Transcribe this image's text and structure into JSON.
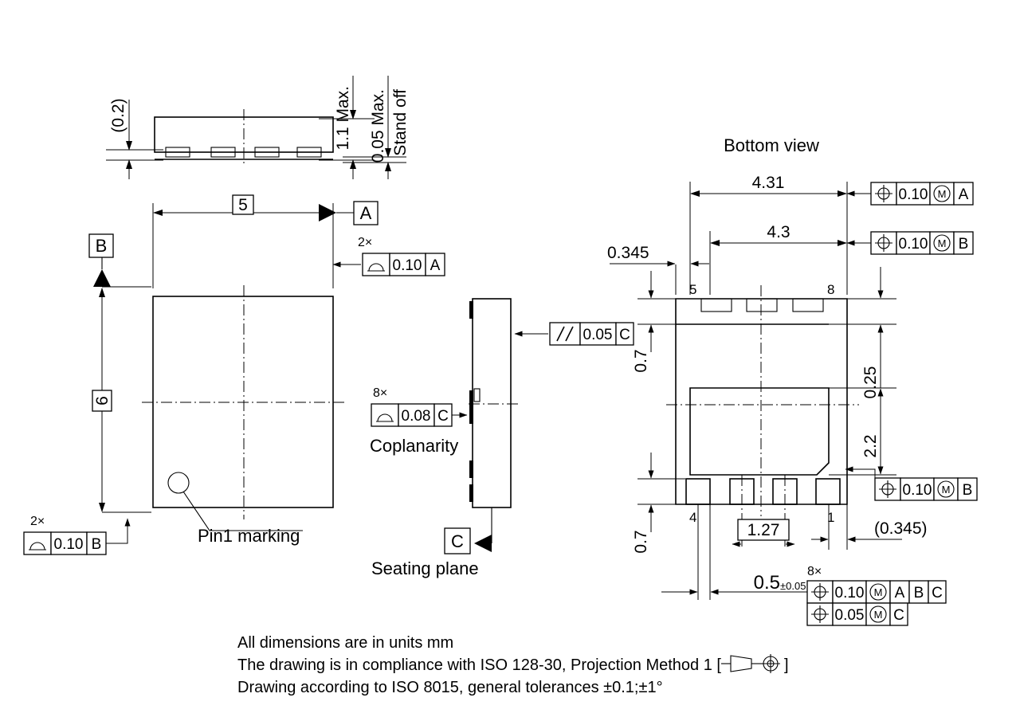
{
  "drawing": {
    "title_bottom_view": "Bottom view",
    "notes": [
      "All dimensions are in units mm",
      "The drawing is in compliance with ISO 128-30, Projection Method 1 [",
      "Drawing according to ISO 8015, general tolerances ±0.1;±1°"
    ],
    "note_projection_suffix": "]",
    "labels": {
      "pin1_marking": "Pin1 marking",
      "coplanarity": "Coplanarity",
      "seating_plane": "Seating plane"
    }
  },
  "side_view": {
    "dim_thickness_ref": "(0.2)",
    "dim_height_max": "1.1 Max.",
    "dim_standoff_value": "0.05 Max.",
    "dim_standoff_label": "Stand off"
  },
  "top_view": {
    "dim_width": "5",
    "dim_height": "6",
    "datum_a": "A",
    "datum_b": "B",
    "fcf_top": {
      "multiplier": "2×",
      "symbol": "profile-of-surface",
      "tolerance": "0.10",
      "datum": "A"
    },
    "fcf_left": {
      "multiplier": "2×",
      "symbol": "profile-of-surface",
      "tolerance": "0.10",
      "datum": "B"
    }
  },
  "edge_view": {
    "datum_c": "C",
    "fcf_parallel": {
      "symbol": "parallelism",
      "tolerance": "0.05",
      "datum": "C"
    },
    "fcf_coplanarity": {
      "multiplier": "8×",
      "symbol": "profile-of-surface",
      "tolerance": "0.08",
      "datum": "C"
    }
  },
  "bottom_view": {
    "dim_4_31": "4.31",
    "dim_4_3": "4.3",
    "dim_0_345_left": "0.345",
    "dim_0_345_right": "(0.345)",
    "dim_0_7_top": "0.7",
    "dim_0_7_bottom": "0.7",
    "dim_0_25": "0.25",
    "dim_2_2": "2.2",
    "dim_1_27": "1.27",
    "dim_0_5_value": "0.5",
    "dim_0_5_tol": "±0.05",
    "pin_numbers": {
      "top_left": "5",
      "top_right": "8",
      "bottom_left": "4",
      "bottom_right": "1"
    },
    "fcf_a": {
      "symbol": "position",
      "tolerance": "0.10",
      "modifier": "M",
      "datum": "A"
    },
    "fcf_b_top": {
      "symbol": "position",
      "tolerance": "0.10",
      "modifier": "M",
      "datum": "B"
    },
    "fcf_b_mid": {
      "symbol": "position",
      "tolerance": "0.10",
      "modifier": "M",
      "datum": "B"
    },
    "fcf_stack": {
      "multiplier": "8×",
      "row1": {
        "symbol": "position",
        "tolerance": "0.10",
        "modifier": "M",
        "datum_a": "A",
        "datum_b": "B",
        "datum_c": "C"
      },
      "row2": {
        "symbol": "position",
        "tolerance": "0.05",
        "modifier": "M",
        "datum_c": "C"
      }
    }
  }
}
